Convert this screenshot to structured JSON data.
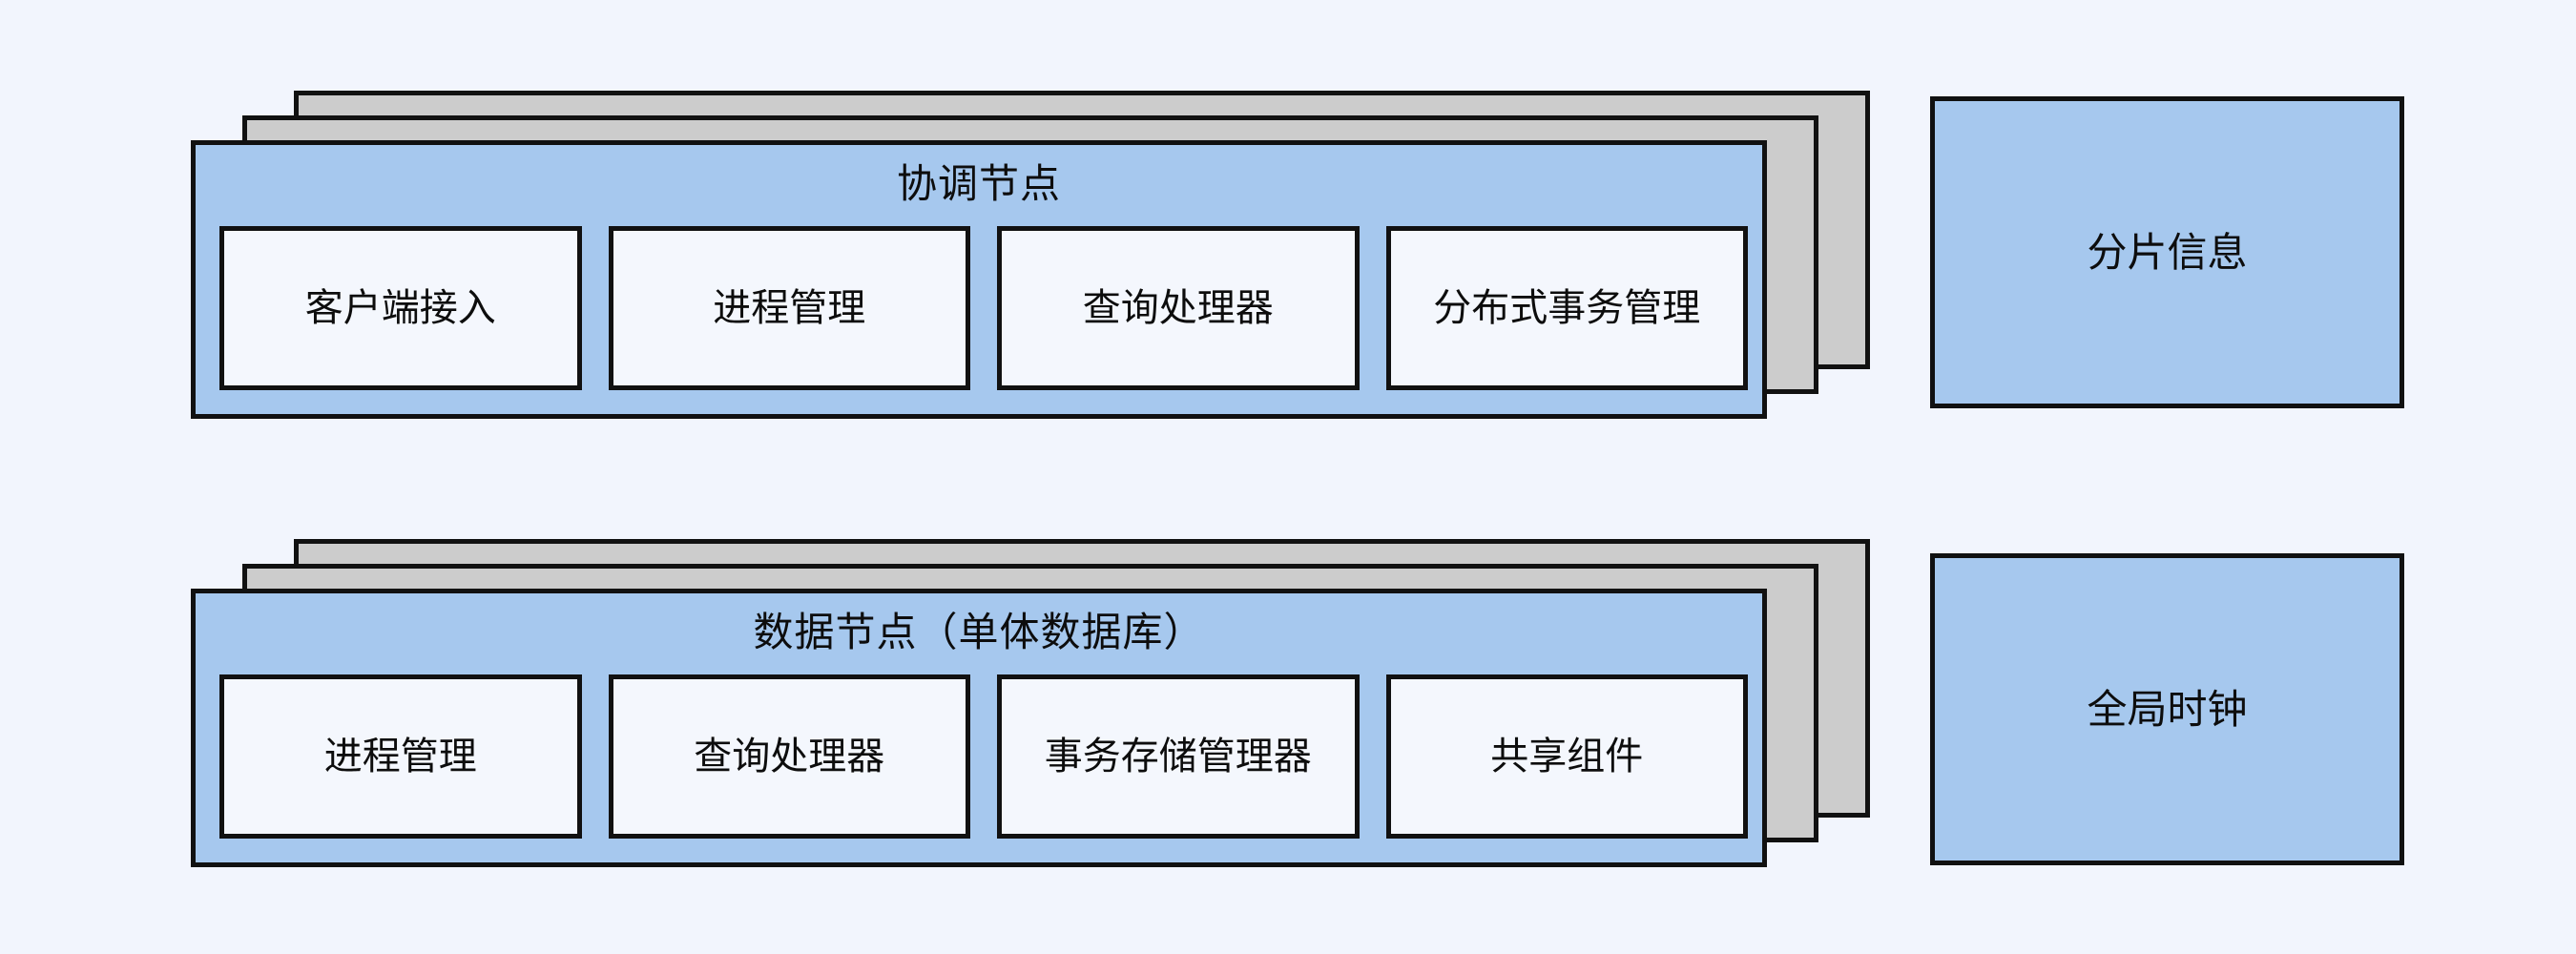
{
  "diagram": {
    "background_color": "#f2f5fd",
    "accent_fill": "#a6c8ee",
    "stack_fill": "#cccccc",
    "slot_fill": "#f4f7fd",
    "stroke_color": "#111111",
    "groups": [
      {
        "id": "coordinator",
        "title": "协调节点",
        "stacked_copies": 3,
        "slots": [
          {
            "label": "客户端接入"
          },
          {
            "label": "进程管理"
          },
          {
            "label": "查询处理器"
          },
          {
            "label": "分布式事务管理"
          }
        ]
      },
      {
        "id": "datanode",
        "title": "数据节点（单体数据库）",
        "stacked_copies": 3,
        "slots": [
          {
            "label": "进程管理"
          },
          {
            "label": "查询处理器"
          },
          {
            "label": "事务存储管理器"
          },
          {
            "label": "共享组件"
          }
        ]
      }
    ],
    "side_boxes": [
      {
        "id": "shard-info",
        "label": "分片信息"
      },
      {
        "id": "global-clock",
        "label": "全局时钟"
      }
    ]
  }
}
